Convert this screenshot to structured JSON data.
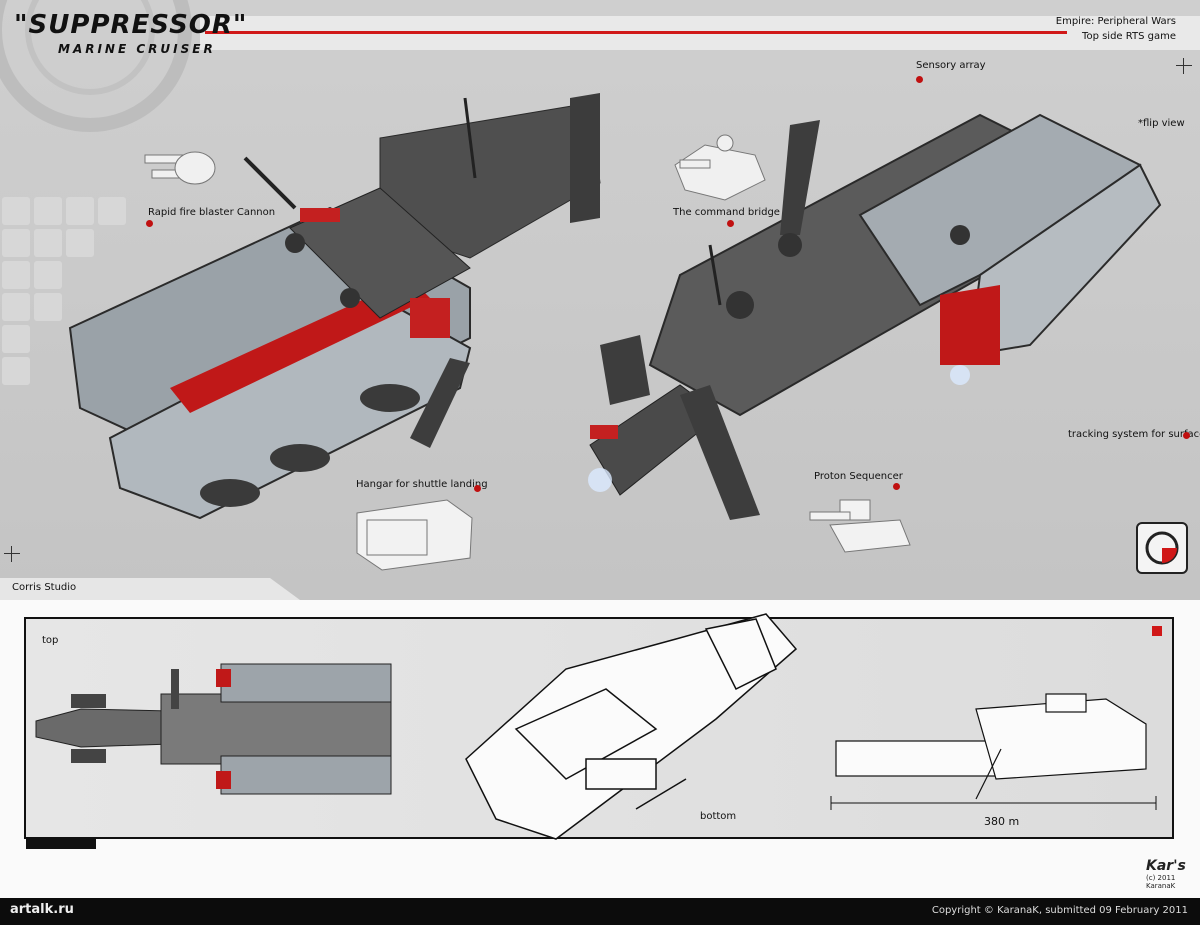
{
  "header": {
    "title": "\"SUPPRESSOR\"",
    "subtitle": "MARINE CRUISER",
    "game_line1": "Empire: Peripheral Wars",
    "game_line2": "Top side RTS game"
  },
  "callouts": {
    "sensory_array": "Sensory array",
    "flip_view": "*flip view",
    "rapid_fire": "Rapid fire blaster Cannon",
    "command_bridge": "The command bridge",
    "tracking_system": "tracking system for surface",
    "proton_sequencer": "Proton Sequencer",
    "hangar": "Hangar for shuttle landing"
  },
  "studio": "Corris Studio",
  "panel": {
    "top_label": "top",
    "bottom_label": "bottom",
    "length": "380 m"
  },
  "signature": {
    "name": "Kar's",
    "year": "(c) 2011 KaranaK"
  },
  "footer": {
    "logo": "artalk.ru",
    "copyright": "Copyright © KaranaK, submitted 09 February 2011"
  },
  "colors": {
    "accent": "#d01818",
    "hull": "#5a5a5a",
    "panel": "#a9b0b6"
  }
}
